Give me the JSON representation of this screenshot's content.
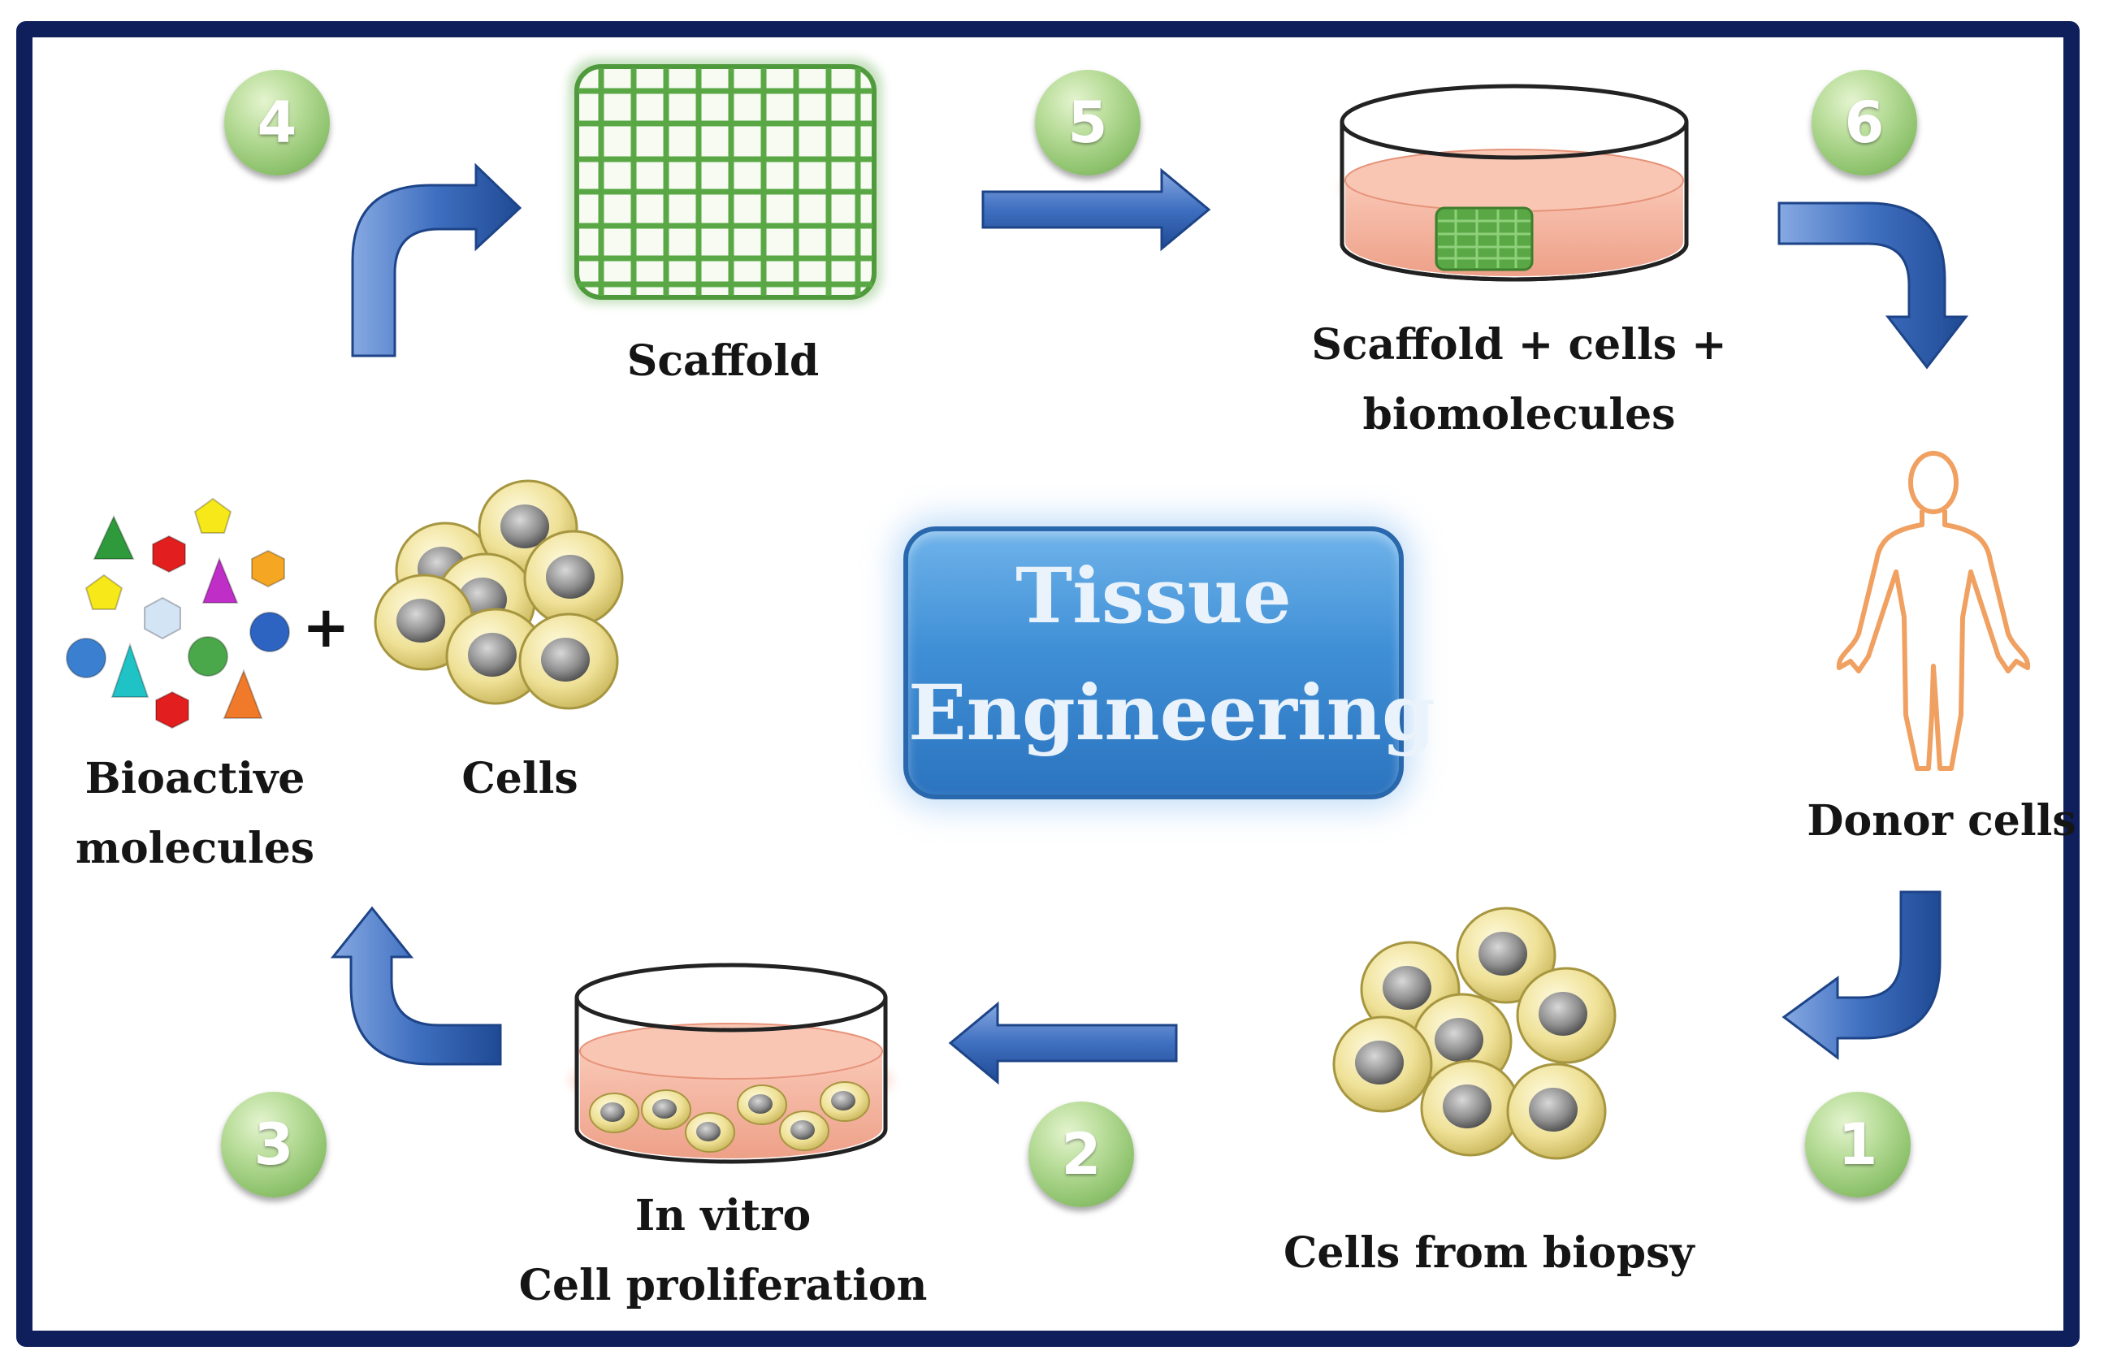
{
  "center": {
    "line1": "Tissue",
    "line2": "Engineering"
  },
  "steps": [
    "1",
    "2",
    "3",
    "4",
    "5",
    "6"
  ],
  "labels": {
    "scaffold": "Scaffold",
    "scaffold_cells": [
      "Scaffold + cells +",
      "biomolecules"
    ],
    "donor": "Donor cells",
    "biopsy": "Cells from biopsy",
    "in_vitro": [
      "In vitro",
      "Cell proliferation"
    ],
    "cells": "Cells",
    "bioactive": [
      "Bioactive",
      "molecules"
    ],
    "plus": "+"
  },
  "colors": {
    "frame": "#0f1f5c",
    "arrow": "#3f6fc0",
    "step_circle": "#9ccc7d",
    "scaffold": "#5aa845",
    "medium": "#f4ae98",
    "cell_ring": "#e9d986",
    "body_outline": "#f0a060",
    "center_box": "#3f8fd6"
  }
}
